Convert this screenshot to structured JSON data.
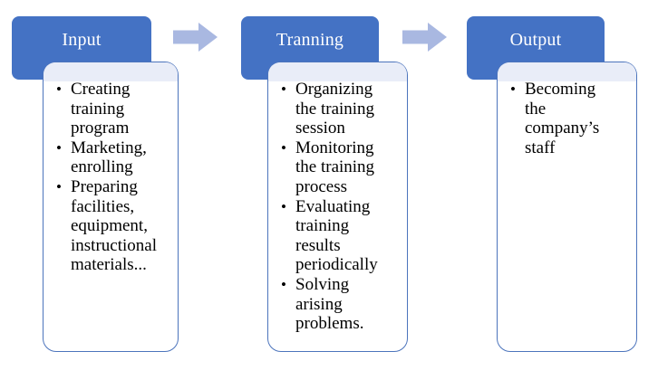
{
  "diagram": {
    "type": "process-flow",
    "columns": [
      {
        "header": "Input",
        "bullets": [
          "Creating\ntraining\nprogram",
          "Marketing,\nenrolling",
          "Preparing\nfacilities,\nequipment,\ninstructional\nmaterials..."
        ]
      },
      {
        "header": "Tranning",
        "bullets": [
          "Organizing\nthe training\nsession",
          "Monitoring\nthe training\nprocess",
          "Evaluating\ntraining\nresults\nperiodically",
          "Solving\narising\nproblems."
        ]
      },
      {
        "header": "Output",
        "bullets": [
          "Becoming\nthe\ncompany’s\nstaff"
        ]
      }
    ],
    "colors": {
      "header_fill": "#4472C4",
      "header_text": "#FFFFFF",
      "card_border": "#4C74BC",
      "card_fill": "#FFFFFF",
      "band_fill": "#E9EDF8",
      "arrow_fill": "#A9B8E1",
      "body_text": "#000000"
    }
  }
}
